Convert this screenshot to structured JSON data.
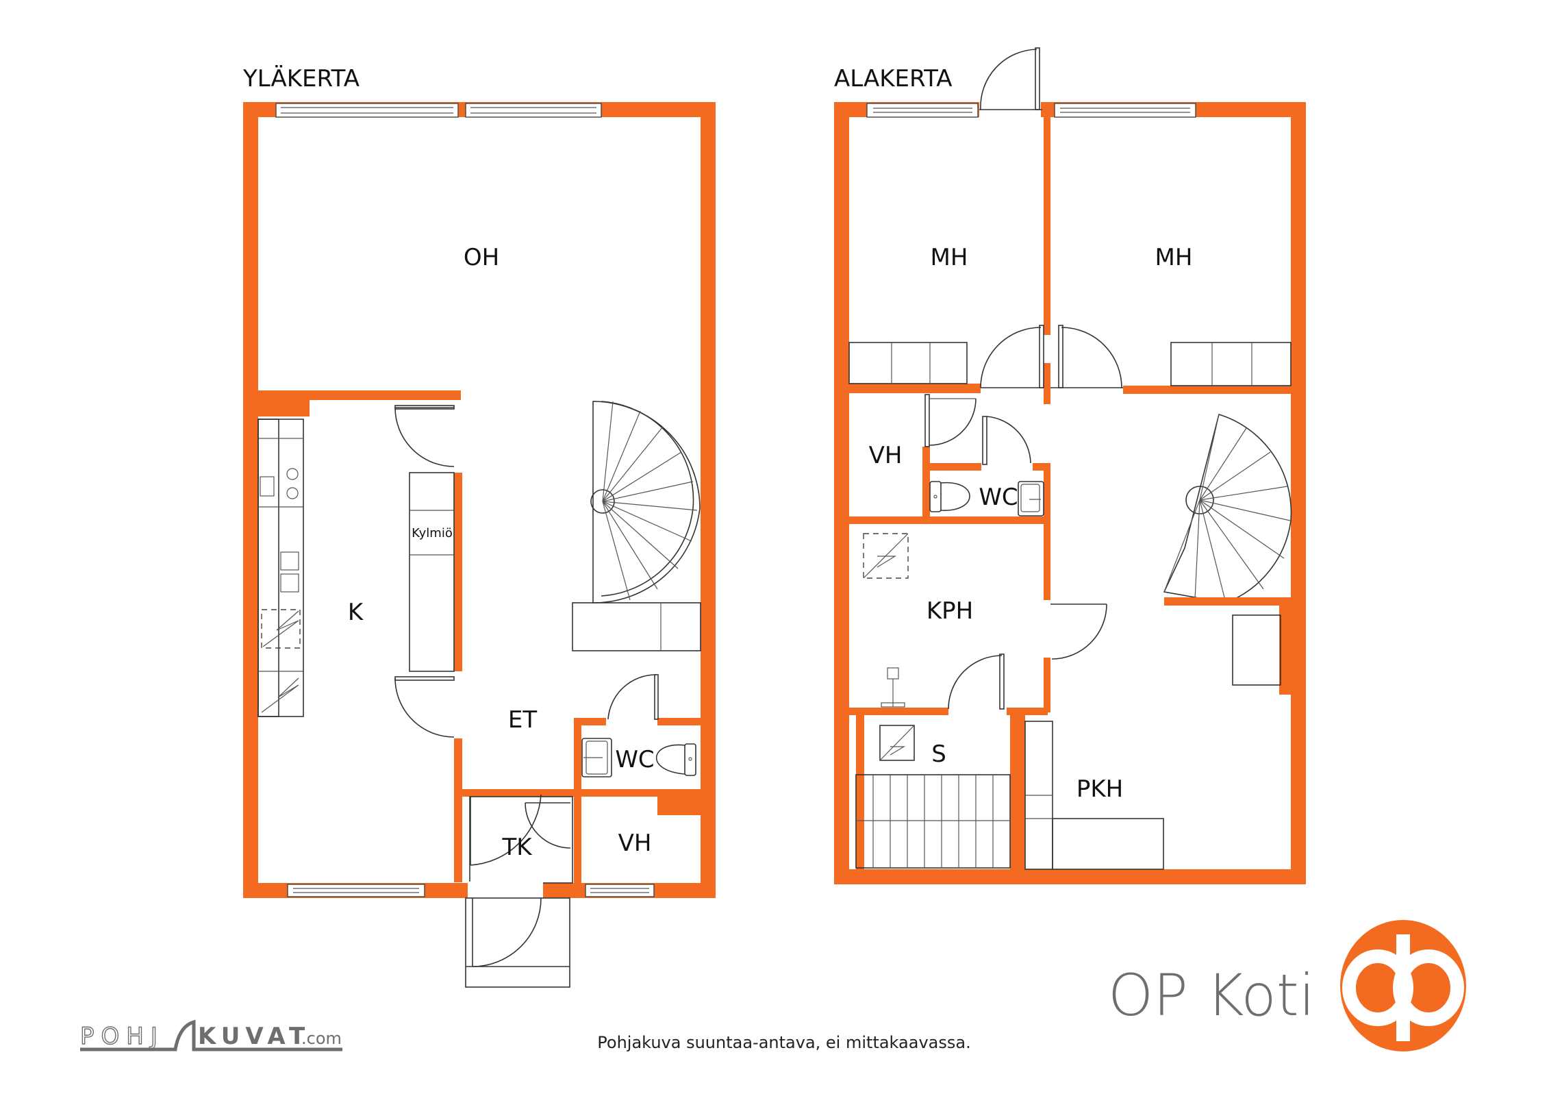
{
  "floors": {
    "upper": {
      "title": "YLÄKERTA",
      "rooms": [
        {
          "id": "oh",
          "label": "OH"
        },
        {
          "id": "k",
          "label": "K"
        },
        {
          "id": "et",
          "label": "ET"
        },
        {
          "id": "wc",
          "label": "WC"
        },
        {
          "id": "tk",
          "label": "TK"
        },
        {
          "id": "vh",
          "label": "VH"
        }
      ],
      "fixtures": {
        "fridge_label": "Kylmiö"
      }
    },
    "lower": {
      "title": "ALAKERTA",
      "rooms": [
        {
          "id": "mh1",
          "label": "MH"
        },
        {
          "id": "mh2",
          "label": "MH"
        },
        {
          "id": "vh",
          "label": "VH"
        },
        {
          "id": "wc",
          "label": "WC"
        },
        {
          "id": "kph",
          "label": "KPH"
        },
        {
          "id": "s",
          "label": "S"
        },
        {
          "id": "pkh",
          "label": "PKH"
        }
      ]
    }
  },
  "footer": {
    "disclaimer": "Pohjakuva suuntaa-antava, ei mittakaavassa.",
    "logo_left": {
      "part1": "POHJ",
      "part2": "KUVAT",
      "suffix": ".com"
    },
    "brand": {
      "text": "OP Koti",
      "symbol": "op-logo-icon"
    }
  },
  "colors": {
    "wall": "#f26b21",
    "brand_orange": "#f26b21",
    "brand_gray": "#6e6e6e",
    "background": "#ffffff"
  }
}
